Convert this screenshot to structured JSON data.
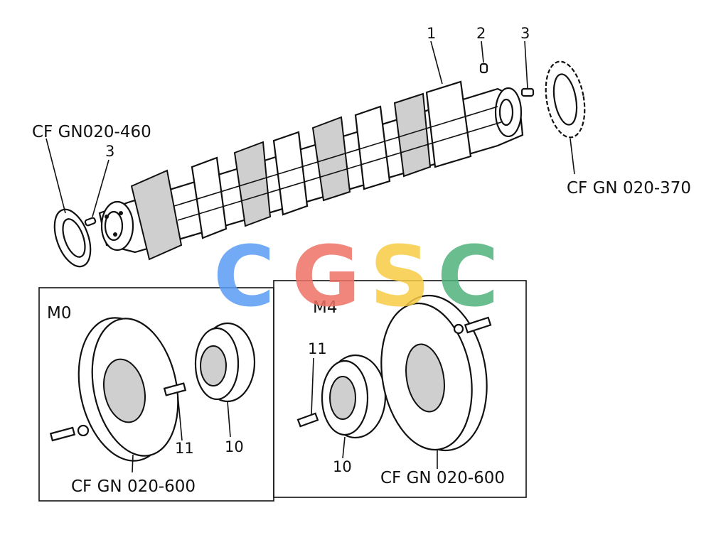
{
  "labels": {
    "ref_front_seal": "CF  GN020-460",
    "ref_gear": "CF GN 020-370",
    "ref_pulley_m0": "CF GN 020-600",
    "ref_pulley_m4": "CF GN 020-600"
  },
  "callouts": {
    "crankshaft": "1",
    "plug": "2",
    "pin_rear": "3",
    "pin_front": "3",
    "bolt_m0": "11",
    "hub_m0": "10",
    "bolt_m4": "11",
    "hub_m4": "10"
  },
  "variants": {
    "m0": "M0",
    "m4": "M4"
  },
  "watermark": {
    "letters": [
      "C",
      "G",
      "S",
      "C"
    ],
    "colors": [
      "#5b9cf5",
      "#ee7266",
      "#f7cc45",
      "#4fb27c"
    ]
  }
}
